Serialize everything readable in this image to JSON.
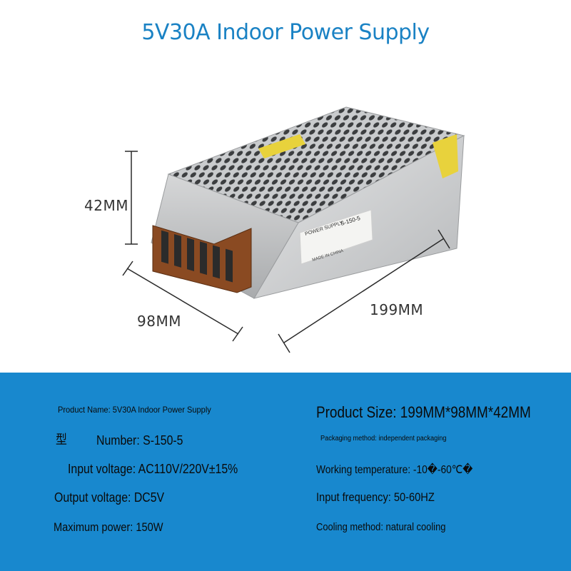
{
  "title": "5V30A Indoor Power Supply",
  "dimensions": {
    "height_label": "42MM",
    "depth_label": "98MM",
    "length_label": "199MM"
  },
  "product_labels": {
    "model": "S-150-5",
    "brand": "POWER SUPPLY",
    "made_in": "MADE IN CHINA"
  },
  "specs": {
    "product_name": "Product Name: 5V30A Indoor Power Supply",
    "product_size": "Product Size: 199MM*98MM*42MM",
    "model_char": "型",
    "number": "Number: S-150-5",
    "packaging": "Packaging method: independent packaging",
    "input_voltage": "Input voltage: AC110V/220V±15%",
    "working_temp": "Working temperature: -10�-60℃�",
    "output_voltage": "Output voltage: DC5V",
    "input_frequency": "Input frequency: 50-60HZ",
    "max_power": "Maximum power: 150W",
    "cooling": "Cooling method: natural cooling"
  },
  "colors": {
    "title": "#1a82c4",
    "band": "#1888ce"
  }
}
